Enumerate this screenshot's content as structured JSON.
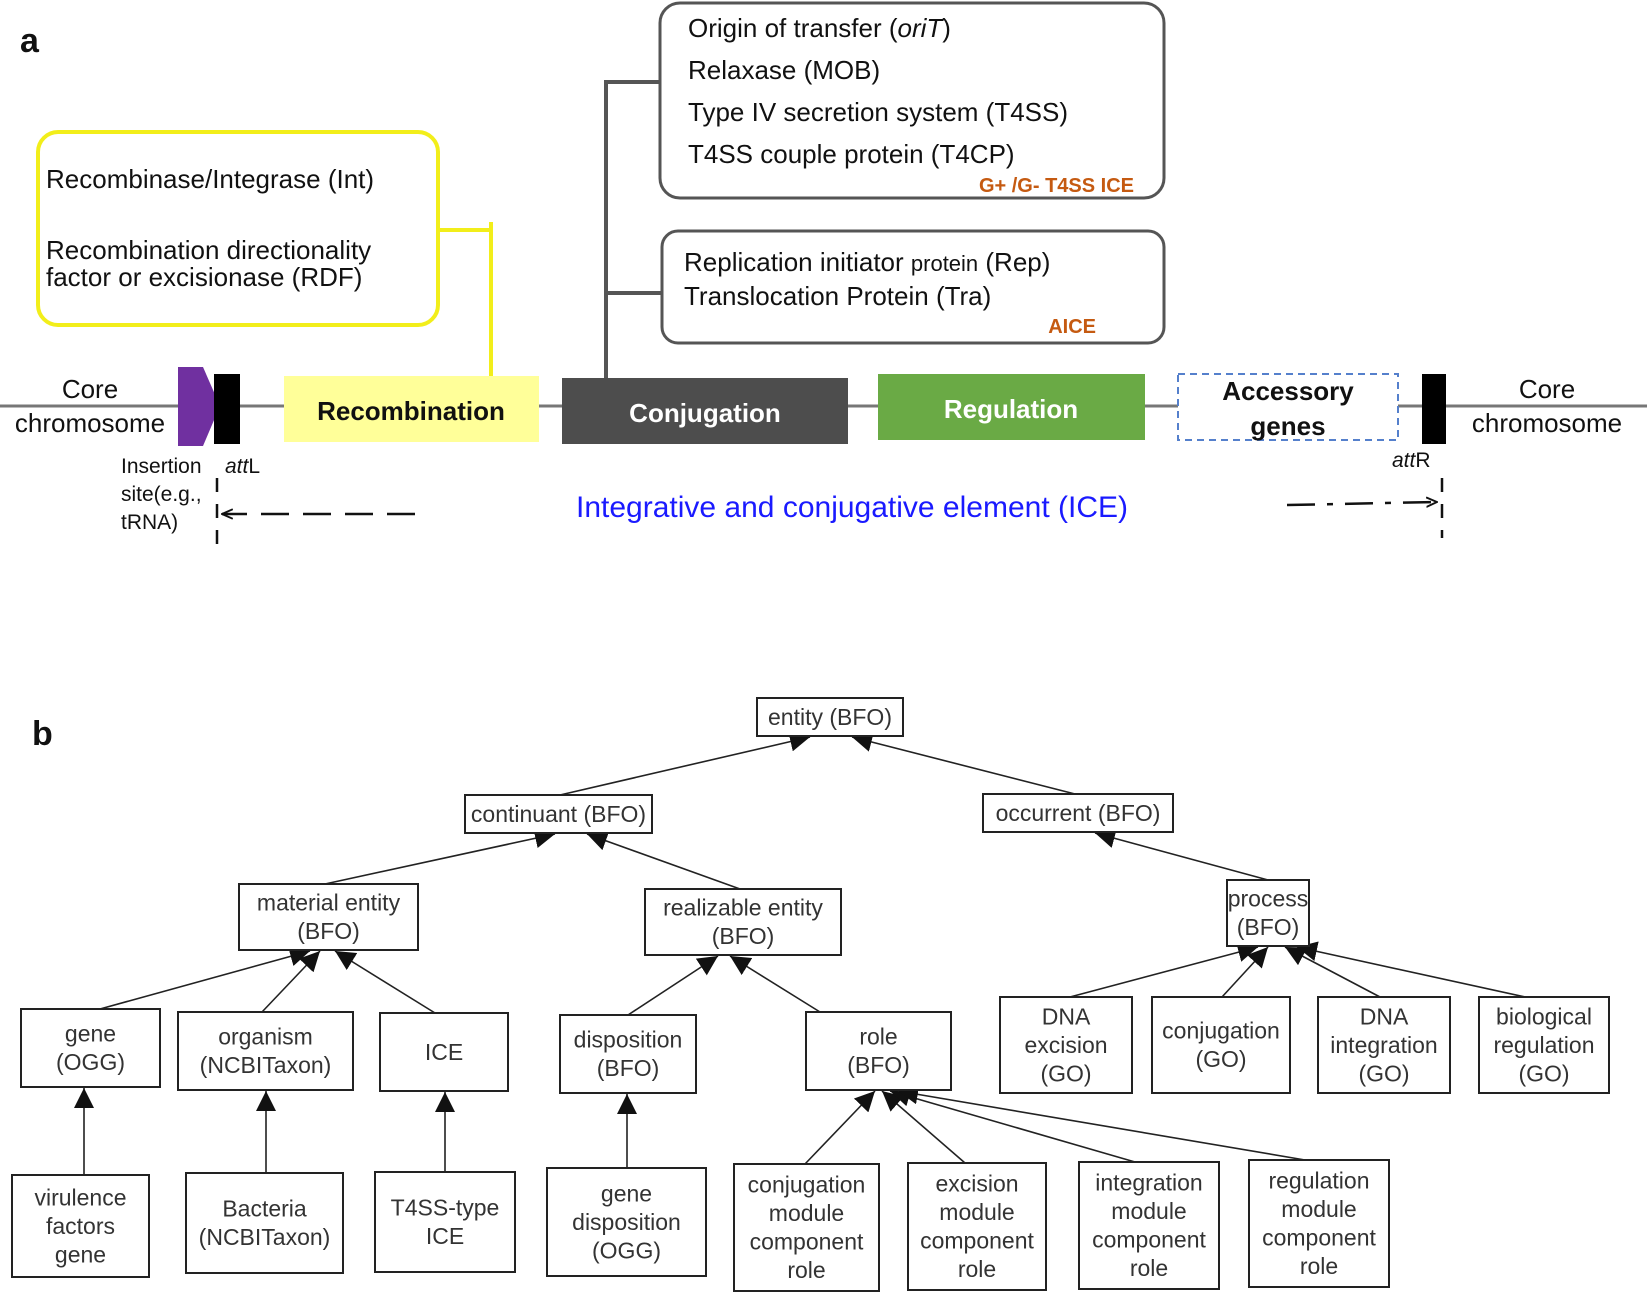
{
  "panel_a": {
    "label": "a",
    "core_left": [
      "Core",
      "chromosome"
    ],
    "core_right": [
      "Core",
      "chromosome"
    ],
    "attL_italic": "att",
    "attL_rest": "L",
    "attR_italic": "att",
    "attR_rest": "R",
    "insertion_site": [
      "Insertion",
      "site(e.g.,",
      "tRNA)"
    ],
    "modules": {
      "recombination": "Recombination",
      "conjugation": "Conjugation",
      "regulation": "Regulation",
      "accessory": [
        "Accessory",
        "genes"
      ]
    },
    "recombination_box": {
      "line1": "Recombinase/Integrase (Int)",
      "line2": "Recombination directionality",
      "line3": "factor or excisionase (RDF)"
    },
    "t4ss_box": {
      "line1_prefix": "Origin of transfer (",
      "line1_italic": "oriT",
      "line1_suffix": ")",
      "line2": "Relaxase (MOB)",
      "line3": "Type IV secretion system (T4SS)",
      "line4": "T4SS couple protein (T4CP)",
      "tag": "G+ /G- T4SS ICE"
    },
    "aice_box": {
      "line1_a": "Replication initiator ",
      "line1_b": "protein",
      "line1_c": " (Rep)",
      "line2": "Translocation Protein (Tra)",
      "tag": "AICE"
    },
    "ice_label": "Integrative and conjugative element (ICE)",
    "colors": {
      "recombination": "#ffff99",
      "conjugation": "#4d4d4d",
      "regulation": "#6aaa45",
      "accessory_border": "#5580cc",
      "integrase_border": "#f2ee1a",
      "insertion": "#7030a0",
      "tag": "#c55a11",
      "ice_label": "#1a1aff"
    }
  },
  "panel_b": {
    "label": "b",
    "nodes": {
      "entity": [
        "entity (BFO)"
      ],
      "continuant": [
        "continuant (BFO)"
      ],
      "occurrent": [
        "occurrent (BFO)"
      ],
      "material_entity": [
        "material entity",
        "(BFO)"
      ],
      "realizable_entity": [
        "realizable entity",
        "(BFO)"
      ],
      "process": [
        "process",
        "(BFO)"
      ],
      "gene": [
        "gene",
        "(OGG)"
      ],
      "organism": [
        "organism",
        "(NCBITaxon)"
      ],
      "ice": [
        "ICE"
      ],
      "disposition": [
        "disposition",
        "(BFO)"
      ],
      "role": [
        "role",
        "(BFO)"
      ],
      "dna_excision": [
        "DNA",
        "excision",
        "(GO)"
      ],
      "conjugation_go": [
        "conjugation",
        "(GO)"
      ],
      "dna_integration": [
        "DNA",
        "integration",
        "(GO)"
      ],
      "biological_regulation": [
        "biological",
        "regulation",
        "(GO)"
      ],
      "virulence_factors_gene": [
        "virulence",
        "factors",
        "gene"
      ],
      "bacteria": [
        "Bacteria",
        "(NCBITaxon)"
      ],
      "t4ss_type_ice": [
        "T4SS-type",
        "ICE"
      ],
      "gene_disposition": [
        "gene",
        "disposition",
        "(OGG)"
      ],
      "conjugation_module_role": [
        "conjugation",
        "module",
        "component",
        "role"
      ],
      "excision_module_role": [
        "excision",
        "module",
        "component",
        "role"
      ],
      "integration_module_role": [
        "integration",
        "module",
        "component",
        "role"
      ],
      "regulation_module_role": [
        "regulation",
        "module",
        "component",
        "role"
      ]
    },
    "edges": [
      [
        "continuant",
        "entity"
      ],
      [
        "occurrent",
        "entity"
      ],
      [
        "material_entity",
        "continuant"
      ],
      [
        "realizable_entity",
        "continuant"
      ],
      [
        "process",
        "occurrent"
      ],
      [
        "gene",
        "material_entity"
      ],
      [
        "organism",
        "material_entity"
      ],
      [
        "ice",
        "material_entity"
      ],
      [
        "disposition",
        "realizable_entity"
      ],
      [
        "role",
        "realizable_entity"
      ],
      [
        "dna_excision",
        "process"
      ],
      [
        "conjugation_go",
        "process"
      ],
      [
        "dna_integration",
        "process"
      ],
      [
        "biological_regulation",
        "process"
      ],
      [
        "virulence_factors_gene",
        "gene"
      ],
      [
        "bacteria",
        "organism"
      ],
      [
        "t4ss_type_ice",
        "ice"
      ],
      [
        "gene_disposition",
        "disposition"
      ],
      [
        "conjugation_module_role",
        "role"
      ],
      [
        "excision_module_role",
        "role"
      ],
      [
        "integration_module_role",
        "role"
      ],
      [
        "regulation_module_role",
        "role"
      ]
    ]
  }
}
